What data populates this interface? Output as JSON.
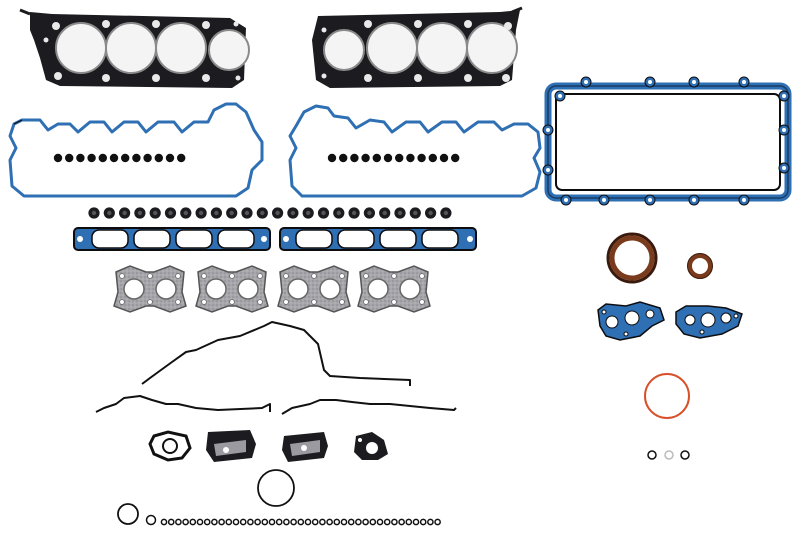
{
  "colors": {
    "background": "#ffffff",
    "head_gasket_steel": "#1c1c20",
    "blue_rubber": "#2f6fb3",
    "dark_rubber": "#0d0d10",
    "graphite": "#9a9aa0",
    "brown_seal": "#7a3a1c",
    "orange_oring": "#d8502a",
    "line_black": "#111111"
  },
  "parts": {
    "head_gaskets": 2,
    "valve_cover_gaskets": 2,
    "spark_plug_tube_seals_per_row": 12,
    "valve_stem_seals": 24,
    "intake_manifold_gaskets": 2,
    "exhaust_manifold_gaskets": 4,
    "oil_pan_gasket": 1,
    "crank_seals": 2,
    "small_o_rings_row": 40
  }
}
